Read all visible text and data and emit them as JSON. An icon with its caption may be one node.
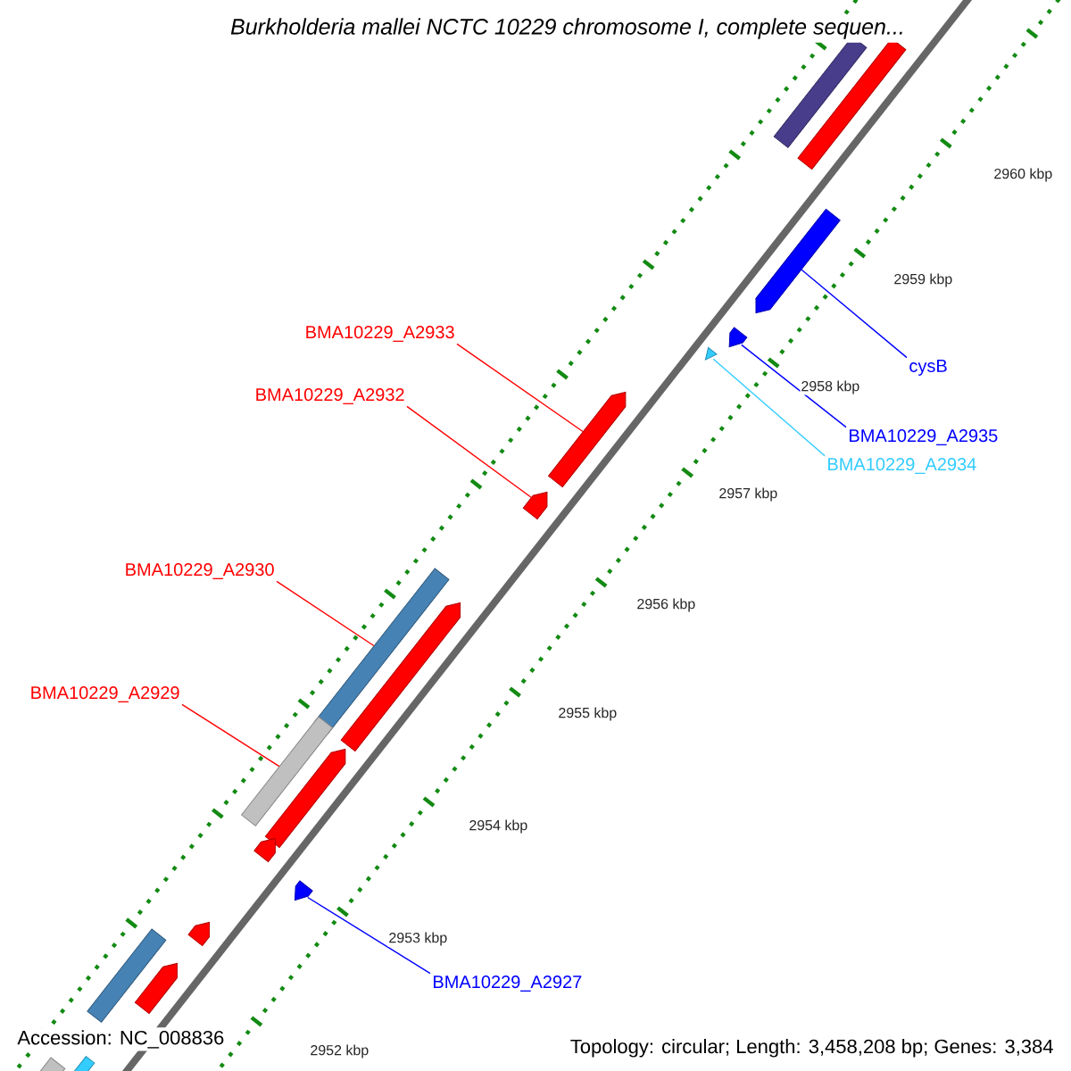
{
  "diagram": {
    "title": "Burkholderia mallei NCTC 10229 chromosome I, complete sequen...",
    "nodes": [
      {
        "text": [
          "BMA10229_A2933"
        ]
      },
      {
        "text": [
          "BMA10229_A2932"
        ]
      },
      {
        "text": [
          "BMA10229_A2930"
        ]
      },
      {
        "text": [
          "BMA10229_A2929"
        ]
      },
      {
        "text": [
          "cysB"
        ]
      },
      {
        "text": [
          "BMA10229_A2935"
        ]
      },
      {
        "text": [
          "BMA10229_A2934"
        ]
      },
      {
        "text": [
          "BMA10229_A2927"
        ]
      },
      {
        "text": [],
        "shape": "bar"
      },
      {
        "text": [],
        "shape": "bar"
      },
      {
        "text": [],
        "shape": "bar"
      },
      {
        "text": [],
        "shape": "bar"
      },
      {
        "text": [],
        "shape": "bar"
      },
      {
        "text": [],
        "shape": "bar"
      },
      {
        "text": [],
        "shape": "bar"
      },
      {
        "text": [],
        "shape": "bar"
      },
      {
        "text": [],
        "shape": "bar"
      },
      {
        "text": [],
        "shape": "bar"
      },
      {
        "text": [],
        "shape": "bar"
      },
      {
        "text": [],
        "shape": "bar"
      },
      {
        "text": [],
        "shape": "bar"
      },
      {
        "text": [],
        "shape": "bar"
      },
      {
        "text": [],
        "shape": "bar"
      },
      {
        "text": [],
        "shape": "bar"
      },
      {
        "text": [],
        "shape": "bar"
      },
      {
        "text": [],
        "shape": "bar"
      }
    ],
    "edges": [
      {
        "from": 0,
        "to": 13,
        "arrow": "none",
        "color": "#ff0000"
      },
      {
        "from": 1,
        "to": 14,
        "arrow": "none",
        "color": "#ff0000"
      },
      {
        "from": 2,
        "to": 15,
        "arrow": "none",
        "color": "#ff0000"
      },
      {
        "from": 3,
        "to": 17,
        "arrow": "none",
        "color": "#ff0000"
      },
      {
        "from": 4,
        "to": 10,
        "arrow": "none",
        "color": "#0000ff"
      },
      {
        "from": 5,
        "to": 11,
        "arrow": "none",
        "color": "#0000ff"
      },
      {
        "from": 6,
        "to": 12,
        "arrow": "none",
        "color": "#33ccff"
      },
      {
        "from": 7,
        "to": 20,
        "arrow": "none",
        "color": "#0000ff"
      }
    ],
    "labels": [
      "2960 kbp",
      "2959 kbp",
      "2958 kbp",
      "2957 kbp",
      "2956 kbp",
      "2955 kbp",
      "2954 kbp",
      "2953 kbp",
      "2952 kbp",
      "Accession: NC_008836",
      "Topology: circular; Length: 3,458,208 bp; Genes: 3,384"
    ]
  }
}
